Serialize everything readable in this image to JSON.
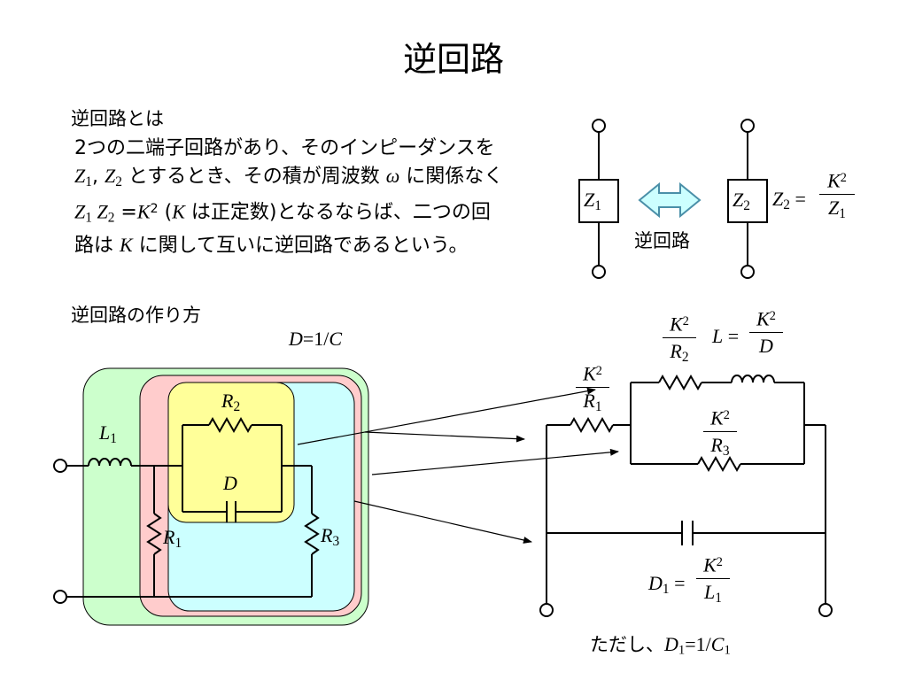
{
  "title": "逆回路",
  "section1": {
    "heading": "逆回路とは",
    "para_l1": "2つの二端子回路があり、そのインピーダンスを",
    "para_l2_z1": "Z",
    "para_l2_z1s": "1",
    "para_l2_sep": ", ",
    "para_l2_z2": "Z",
    "para_l2_z2s": "2",
    "para_l2_text": " とするとき、その積が周波数 ",
    "para_l2_omega": "ω",
    "para_l2_end": " に関係なく",
    "para_l3_a": "Z",
    "para_l3_as": "1",
    "para_l3_b": " Z",
    "para_l3_bs": "2",
    "para_l3_eq": " =",
    "para_l3_k": "K",
    "para_l3_ks": "2",
    "para_l3_paren": " (",
    "para_l3_k2": "K",
    "para_l3_end": " は正定数)となるならば、二つの回",
    "para_l4_a": "路は ",
    "para_l4_k": "K",
    "para_l4_end": " に関して互いに逆回路であるという。"
  },
  "top_diagram": {
    "z1_box": "Z",
    "z1_sub": "1",
    "z2_box": "Z",
    "z2_sub": "2",
    "arrow_label": "逆回路",
    "eq_lhs": "Z",
    "eq_lhs_sub": "2",
    "eq_sign": "=",
    "eq_num": "K",
    "eq_num_sup": "2",
    "eq_den": "Z",
    "eq_den_sub": "1"
  },
  "section2": {
    "heading": "逆回路の作り方",
    "d_def_d": "D",
    "d_def_mid": "=1/",
    "d_def_c": "C"
  },
  "left_circuit": {
    "L1": "L",
    "L1_sub": "1",
    "R2": "R",
    "R2_sub": "2",
    "D": "D",
    "R1": "R",
    "R1_sub": "1",
    "R3": "R",
    "R3_sub": "3"
  },
  "right_circuit": {
    "k2r1_num": "K",
    "k2r1_sup": "2",
    "k2r1_den": "R",
    "k2r1_sub": "1",
    "k2r2_num": "K",
    "k2r2_sup": "2",
    "k2r2_den": "R",
    "k2r2_sub": "2",
    "L_lhs": "L",
    "L_eq": "=",
    "L_num": "K",
    "L_sup": "2",
    "L_den": "D",
    "k2r3_num": "K",
    "k2r3_sup": "2",
    "k2r3_den": "R",
    "k2r3_sub": "3",
    "D1_lhs": "D",
    "D1_sub": "1",
    "D1_eq": "=",
    "D1_num": "K",
    "D1_sup": "2",
    "D1_den": "L",
    "D1_den_sub": "1",
    "note_a": "ただし、",
    "note_d": "D",
    "note_ds": "1",
    "note_mid": "=1/",
    "note_c": "C",
    "note_cs": "1"
  },
  "colors": {
    "green_region": "#ccffcc",
    "pink_region": "#ffcccc",
    "cyan_region": "#ccffff",
    "yellow_region": "#ffff99",
    "double_arrow_fill": "#ccffff",
    "double_arrow_stroke": "#4a8fa8"
  }
}
